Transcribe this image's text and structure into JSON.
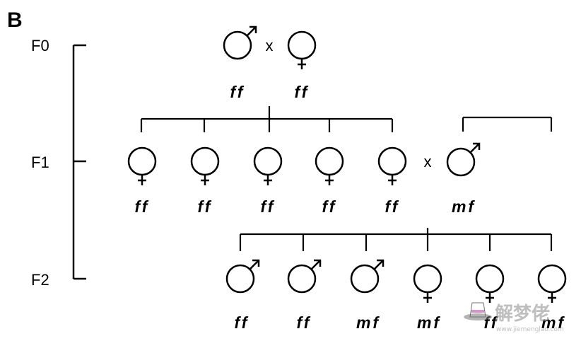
{
  "panel_label": "B",
  "generations": [
    "F0",
    "F1",
    "F2"
  ],
  "cross_symbol": "x",
  "f0": {
    "male": {
      "sex": "male",
      "genotype": "ff"
    },
    "female": {
      "sex": "female",
      "genotype": "ff"
    }
  },
  "f1": {
    "daughters": [
      {
        "sex": "female",
        "genotype": "ff"
      },
      {
        "sex": "female",
        "genotype": "ff"
      },
      {
        "sex": "female",
        "genotype": "ff"
      },
      {
        "sex": "female",
        "genotype": "ff"
      },
      {
        "sex": "female",
        "genotype": "ff"
      }
    ],
    "mate": {
      "sex": "male",
      "genotype": "mf"
    }
  },
  "f2": {
    "offspring": [
      {
        "sex": "male",
        "genotype": "ff"
      },
      {
        "sex": "male",
        "genotype": "ff"
      },
      {
        "sex": "male",
        "genotype": "mf"
      },
      {
        "sex": "female",
        "genotype": "mf"
      },
      {
        "sex": "female",
        "genotype": "ff"
      },
      {
        "sex": "female",
        "genotype": "mf"
      }
    ]
  },
  "watermark": {
    "text": "解梦佬",
    "url": "www.jiemenglao.com",
    "logo_icon": "hat-logo-icon"
  }
}
